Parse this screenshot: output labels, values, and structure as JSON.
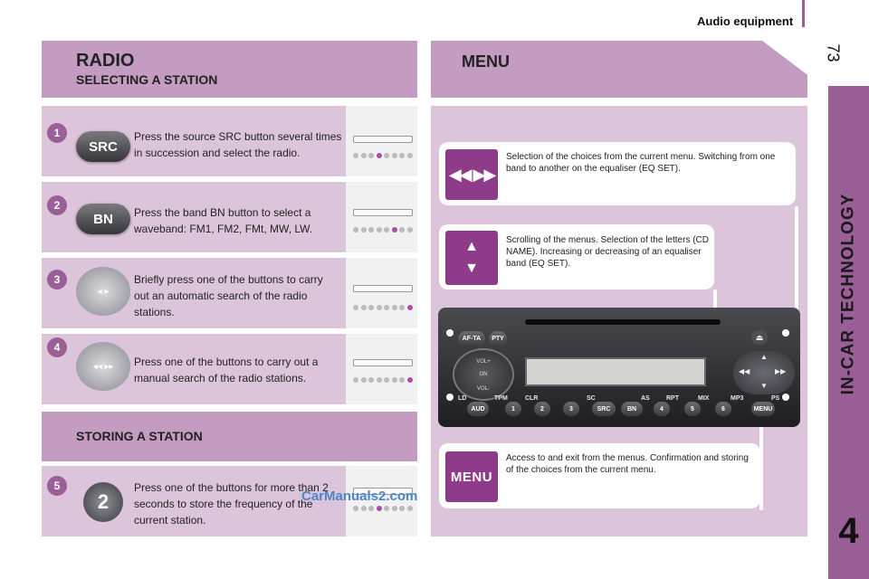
{
  "header": {
    "section": "Audio equipment",
    "page_number": "73"
  },
  "sidebar": {
    "label": "IN-CAR TECHNOLOGY",
    "chapter": "4"
  },
  "radio": {
    "title": "RADIO",
    "subtitle": "SELECTING A STATION",
    "steps": [
      {
        "num": "1",
        "button": "SRC",
        "text": "Press the source SRC button several times in succession and select the radio."
      },
      {
        "num": "2",
        "button": "BN",
        "text": "Press the band BN button to select a waveband: FM1, FM2, FMt, MW, LW."
      },
      {
        "num": "3",
        "text": "Briefly press one of the buttons to carry out an automatic search of the radio stations."
      },
      {
        "num": "4",
        "text": "Press one of the buttons to carry out a manual search of the radio stations."
      }
    ]
  },
  "storing": {
    "title": "STORING A STATION",
    "step": {
      "num": "5",
      "button": "2",
      "text": "Press one of the buttons for more than 2 seconds to store the frequency of the current station."
    },
    "watermark": "CarManuals2.com"
  },
  "menu": {
    "title": "MENU",
    "items": [
      {
        "icon": "left-right-arrows-icon",
        "text": "Selection of the choices from the current menu. Switching from one band to another on the equaliser (EQ SET)."
      },
      {
        "icon": "up-down-arrows-icon",
        "text": "Scrolling of the menus. Selection of the letters (CD NAME). Increasing or decreasing of an equaliser band (EQ SET)."
      },
      {
        "icon": "menu-button-icon",
        "label": "MENU",
        "text": "Access to and exit from the menus. Confirmation and storing of the choices from the current menu."
      }
    ]
  },
  "unit": {
    "top_buttons": [
      "AF-TA",
      "PTY"
    ],
    "knob_labels": [
      "VOL+",
      "ON",
      "VOL-"
    ],
    "labels": [
      "LD",
      "TPM",
      "CLR",
      "SC",
      "AS",
      "RPT",
      "MIX",
      "MP3",
      "PS"
    ],
    "bottom_buttons": [
      "AUD",
      "1",
      "2",
      "3",
      "SRC",
      "BN",
      "4",
      "5",
      "6",
      "MENU"
    ]
  },
  "colors": {
    "accent": "#9b5f98",
    "header_band": "#c49cc1",
    "panel": "#dcc4da",
    "menu_icon": "#8e3c8a"
  }
}
